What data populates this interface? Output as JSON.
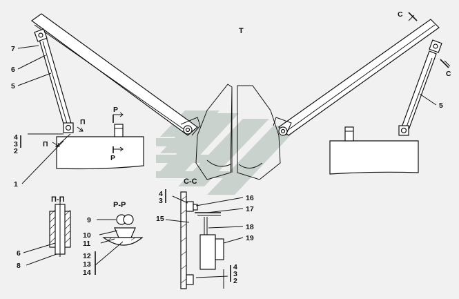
{
  "view_labels": {
    "main": "T",
    "section_p": "П-П",
    "section_r": "Р-Р",
    "section_c": "С-С"
  },
  "cut_marks": {
    "p_top": "Р",
    "p_bottom": "Р",
    "p_left": "П",
    "p_left2": "П",
    "c_top": "С",
    "c_right": "С"
  },
  "callouts": {
    "n1": "1",
    "n5a": "5",
    "n5b": "5",
    "n6a": "6",
    "n6b": "6",
    "n7": "7",
    "n8": "8",
    "n9": "9",
    "n10": "10",
    "n11": "11",
    "n12": "12",
    "n13": "13",
    "n14": "14",
    "n15": "15",
    "n16": "16",
    "n17": "17",
    "n18": "18",
    "n19": "19",
    "stackA": [
      "4",
      "3",
      "2"
    ],
    "stackB": [
      "4",
      "3"
    ],
    "stackC": [
      "4",
      "3",
      "2"
    ]
  },
  "colors": {
    "line": "#111111",
    "background": "#f1f1f1",
    "watermark": "#c9d2cc"
  }
}
